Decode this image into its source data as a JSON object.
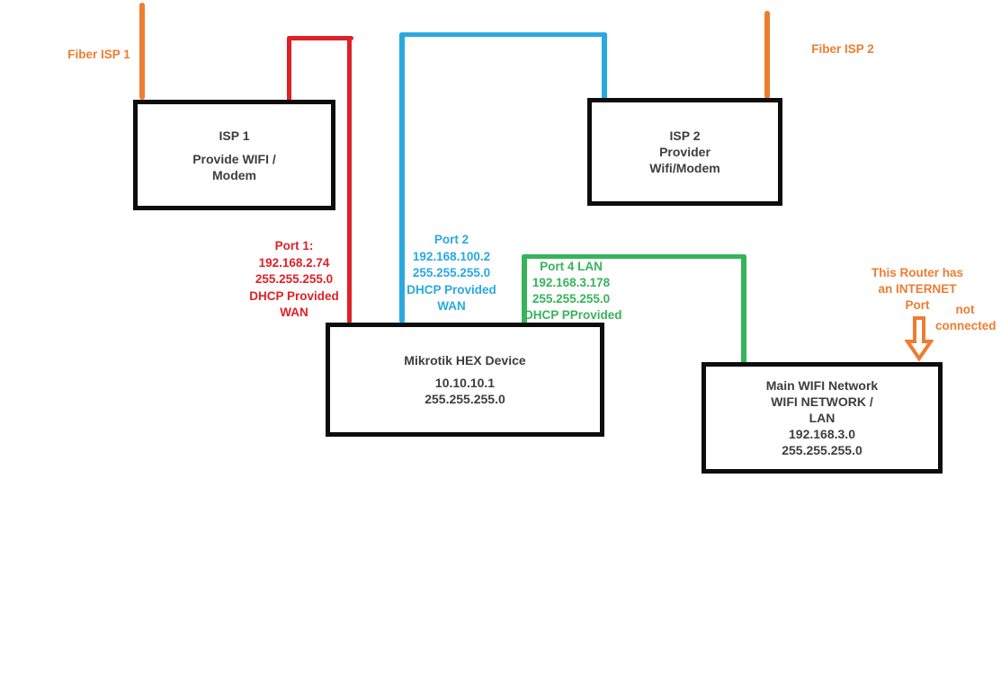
{
  "diagram": {
    "title_implicit": "Dual ISP Mikrotik network diagram",
    "colors": {
      "orange": "#ED7D31",
      "red": "#DF2127",
      "blue": "#29A9E0",
      "green": "#36B45A",
      "box_border": "#0d0d0d",
      "box_text": "#3e3e3e",
      "background": "#ffffff"
    },
    "fiber1_label": "Fiber ISP 1",
    "fiber2_label": "Fiber ISP 2",
    "isp1": {
      "lines": [
        "ISP 1",
        "Provide WIFI /",
        "Modem"
      ]
    },
    "isp2": {
      "lines": [
        "ISP 2",
        "Provider",
        "Wifi/Modem"
      ]
    },
    "mikrotik": {
      "lines": [
        "Mikrotik HEX Device",
        "10.10.10.1",
        "255.255.255.0"
      ]
    },
    "main_wifi": {
      "lines": [
        "Main WIFI Network",
        "WIFI NETWORK /",
        "LAN",
        "192.168.3.0",
        "255.255.255.0"
      ]
    },
    "port1": {
      "lines": [
        "Port 1:",
        "192.168.2.74",
        "255.255.255.0",
        "DHCP Provided",
        "WAN"
      ]
    },
    "port2": {
      "lines": [
        "Port 2",
        "192.168.100.2",
        "255.255.255.0",
        "DHCP Provided",
        "WAN"
      ]
    },
    "port4": {
      "lines": [
        "Port 4 LAN",
        "192.168.3.178",
        "255.255.255.0",
        "DHCP PProvided"
      ]
    },
    "router_note": {
      "lines": [
        "This Router has",
        "an INTERNET",
        "Port"
      ],
      "extra": [
        "not",
        "connected"
      ]
    }
  }
}
